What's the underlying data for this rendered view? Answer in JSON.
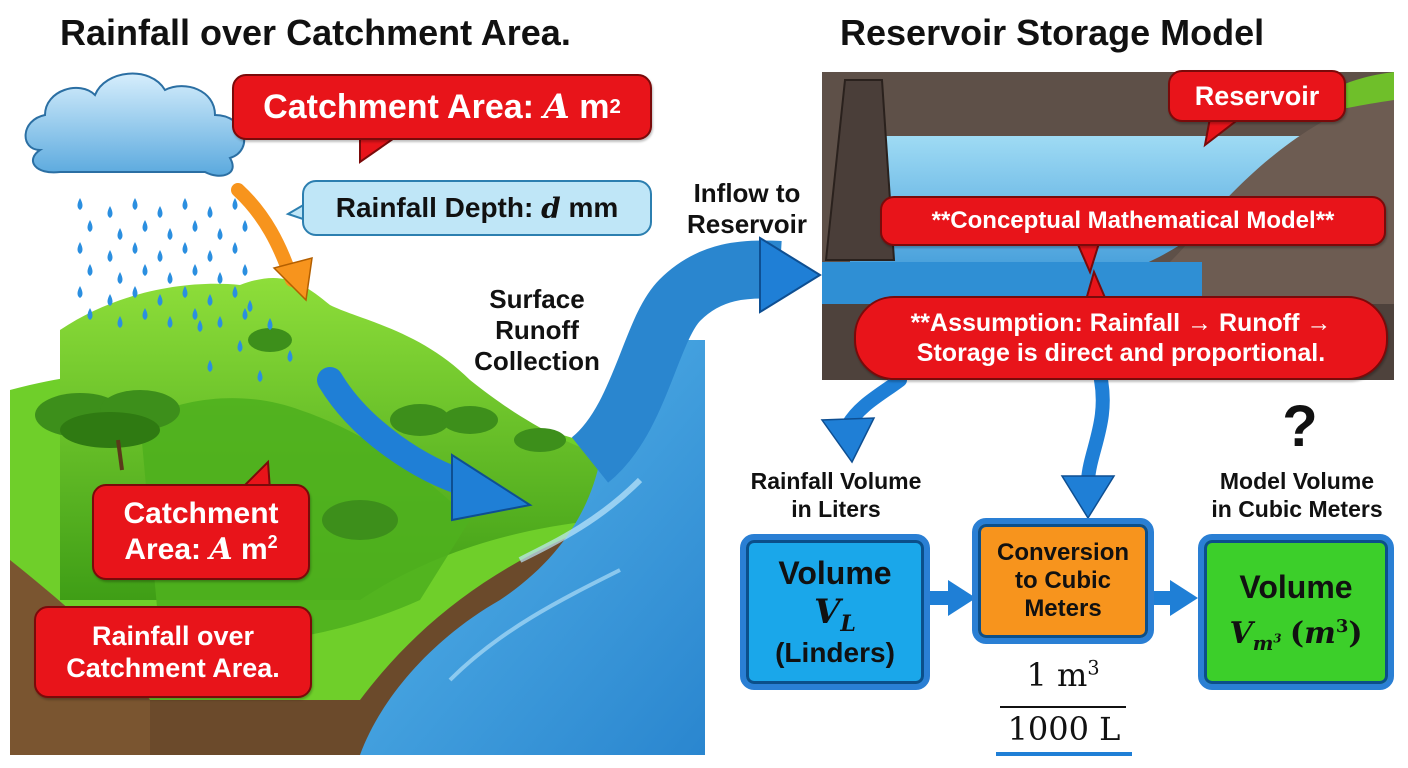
{
  "titles": {
    "left": "Rainfall over Catchment Area.",
    "right": "Reservoir Storage Model"
  },
  "callouts": {
    "catchment_top": {
      "text": "Catchment Area:",
      "symbol": "A",
      "unit": "m",
      "exp": "2"
    },
    "rainfall_depth": {
      "text": "Rainfall Depth:",
      "symbol": "d",
      "unit": "mm"
    },
    "catchment_bottom": {
      "line1": "Catchment",
      "line2": "Area:",
      "symbol": "A",
      "unit": "m",
      "exp": "2"
    },
    "rainfall_bottom": {
      "line1": "Rainfall over",
      "line2": "Catchment Area."
    },
    "reservoir": "Reservoir",
    "model": "**Conceptual Mathematical Model**",
    "assumption_line1": "**Assumption: Rainfall → Runoff →",
    "assumption_line2": "Storage is direct and proportional."
  },
  "labels": {
    "inflow_line1": "Inflow to",
    "inflow_line2": "Reservoir",
    "runoff_line1": "Surface",
    "runoff_line2": "Runoff",
    "runoff_line3": "Collection",
    "rain_vol_line1": "Rainfall Volume",
    "rain_vol_line2": "in Liters",
    "model_vol_line1": "Model Volume",
    "model_vol_line2": "in Cubic Meters",
    "question": "?"
  },
  "boxes": {
    "liters": {
      "title": "Volume",
      "symbol": "V",
      "sub": "L",
      "unit": "(Linders)"
    },
    "conversion": {
      "line1": "Conversion",
      "line2": "to Cubic",
      "line3": "Meters"
    },
    "cubic": {
      "title": "Volume",
      "symbol": "V",
      "sub": "m",
      "sub_exp": "3",
      "unit_open": "(",
      "unit": "m",
      "unit_exp": "3",
      "unit_close": ")"
    }
  },
  "fraction": {
    "numerator_num": "1",
    "numerator_unit": "m",
    "numerator_exp": "3",
    "denominator": "1000 L"
  },
  "colors": {
    "callout_red": "#e8141a",
    "callout_blue": "#bfe6f7",
    "box_blue": "#1aa7ea",
    "box_orange": "#f7941d",
    "box_green": "#3ccf2a",
    "arrow_blue": "#1f7fd6",
    "arrow_orange": "#f7941d",
    "water": "#3aa0dc",
    "grass": "#5cc31e",
    "soil": "#6b4a2b",
    "dam": "#5a4b45"
  }
}
